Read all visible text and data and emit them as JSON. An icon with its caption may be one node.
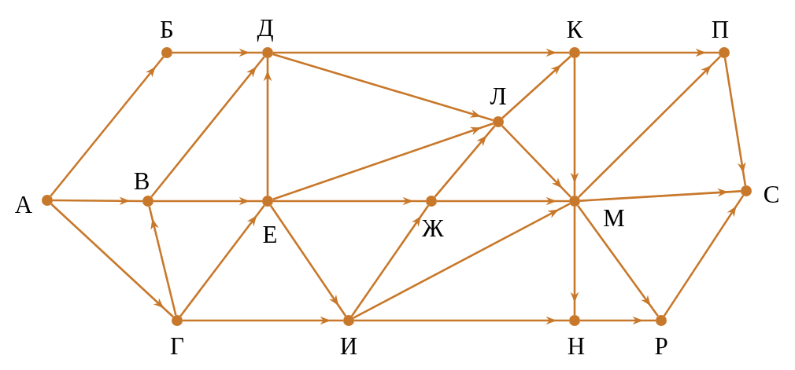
{
  "diagram": {
    "nodes": [
      {
        "text": [
          "А"
        ]
      },
      {
        "text": [
          "Б"
        ]
      },
      {
        "text": [
          "Д"
        ]
      },
      {
        "text": [
          "К"
        ]
      },
      {
        "text": [
          "П"
        ]
      },
      {
        "text": [
          "Л"
        ]
      },
      {
        "text": [
          "В"
        ]
      },
      {
        "text": [
          "Е"
        ]
      },
      {
        "text": [
          "Ж"
        ]
      },
      {
        "text": [
          "М"
        ]
      },
      {
        "text": [
          "С"
        ]
      },
      {
        "text": [
          "Г"
        ]
      },
      {
        "text": [
          "И"
        ]
      },
      {
        "text": [
          "Н"
        ]
      },
      {
        "text": [
          "Р"
        ]
      }
    ],
    "edges": [
      {
        "from": 0,
        "to": 1,
        "arrow": "to"
      },
      {
        "from": 0,
        "to": 6,
        "arrow": "to"
      },
      {
        "from": 0,
        "to": 11,
        "arrow": "to"
      },
      {
        "from": 1,
        "to": 2,
        "arrow": "to"
      },
      {
        "from": 6,
        "to": 2,
        "arrow": "to"
      },
      {
        "from": 6,
        "to": 7,
        "arrow": "to"
      },
      {
        "from": 11,
        "to": 6,
        "arrow": "to"
      },
      {
        "from": 11,
        "to": 7,
        "arrow": "to"
      },
      {
        "from": 11,
        "to": 12,
        "arrow": "to"
      },
      {
        "from": 2,
        "to": 3,
        "arrow": "to"
      },
      {
        "from": 2,
        "to": 5,
        "arrow": "to"
      },
      {
        "from": 7,
        "to": 2,
        "arrow": "to"
      },
      {
        "from": 7,
        "to": 5,
        "arrow": "to"
      },
      {
        "from": 7,
        "to": 8,
        "arrow": "to"
      },
      {
        "from": 7,
        "to": 12,
        "arrow": "to"
      },
      {
        "from": 8,
        "to": 5,
        "arrow": "to"
      },
      {
        "from": 8,
        "to": 9,
        "arrow": "to"
      },
      {
        "from": 12,
        "to": 8,
        "arrow": "to"
      },
      {
        "from": 12,
        "to": 9,
        "arrow": "to"
      },
      {
        "from": 12,
        "to": 13,
        "arrow": "to"
      },
      {
        "from": 5,
        "to": 3,
        "arrow": "to"
      },
      {
        "from": 5,
        "to": 9,
        "arrow": "to"
      },
      {
        "from": 3,
        "to": 4,
        "arrow": "to"
      },
      {
        "from": 3,
        "to": 9,
        "arrow": "to"
      },
      {
        "from": 9,
        "to": 4,
        "arrow": "to"
      },
      {
        "from": 9,
        "to": 10,
        "arrow": "to"
      },
      {
        "from": 9,
        "to": 13,
        "arrow": "to"
      },
      {
        "from": 9,
        "to": 14,
        "arrow": "to"
      },
      {
        "from": 4,
        "to": 10,
        "arrow": "to"
      },
      {
        "from": 13,
        "to": 14,
        "arrow": "to"
      },
      {
        "from": 14,
        "to": 10,
        "arrow": "to"
      }
    ]
  }
}
